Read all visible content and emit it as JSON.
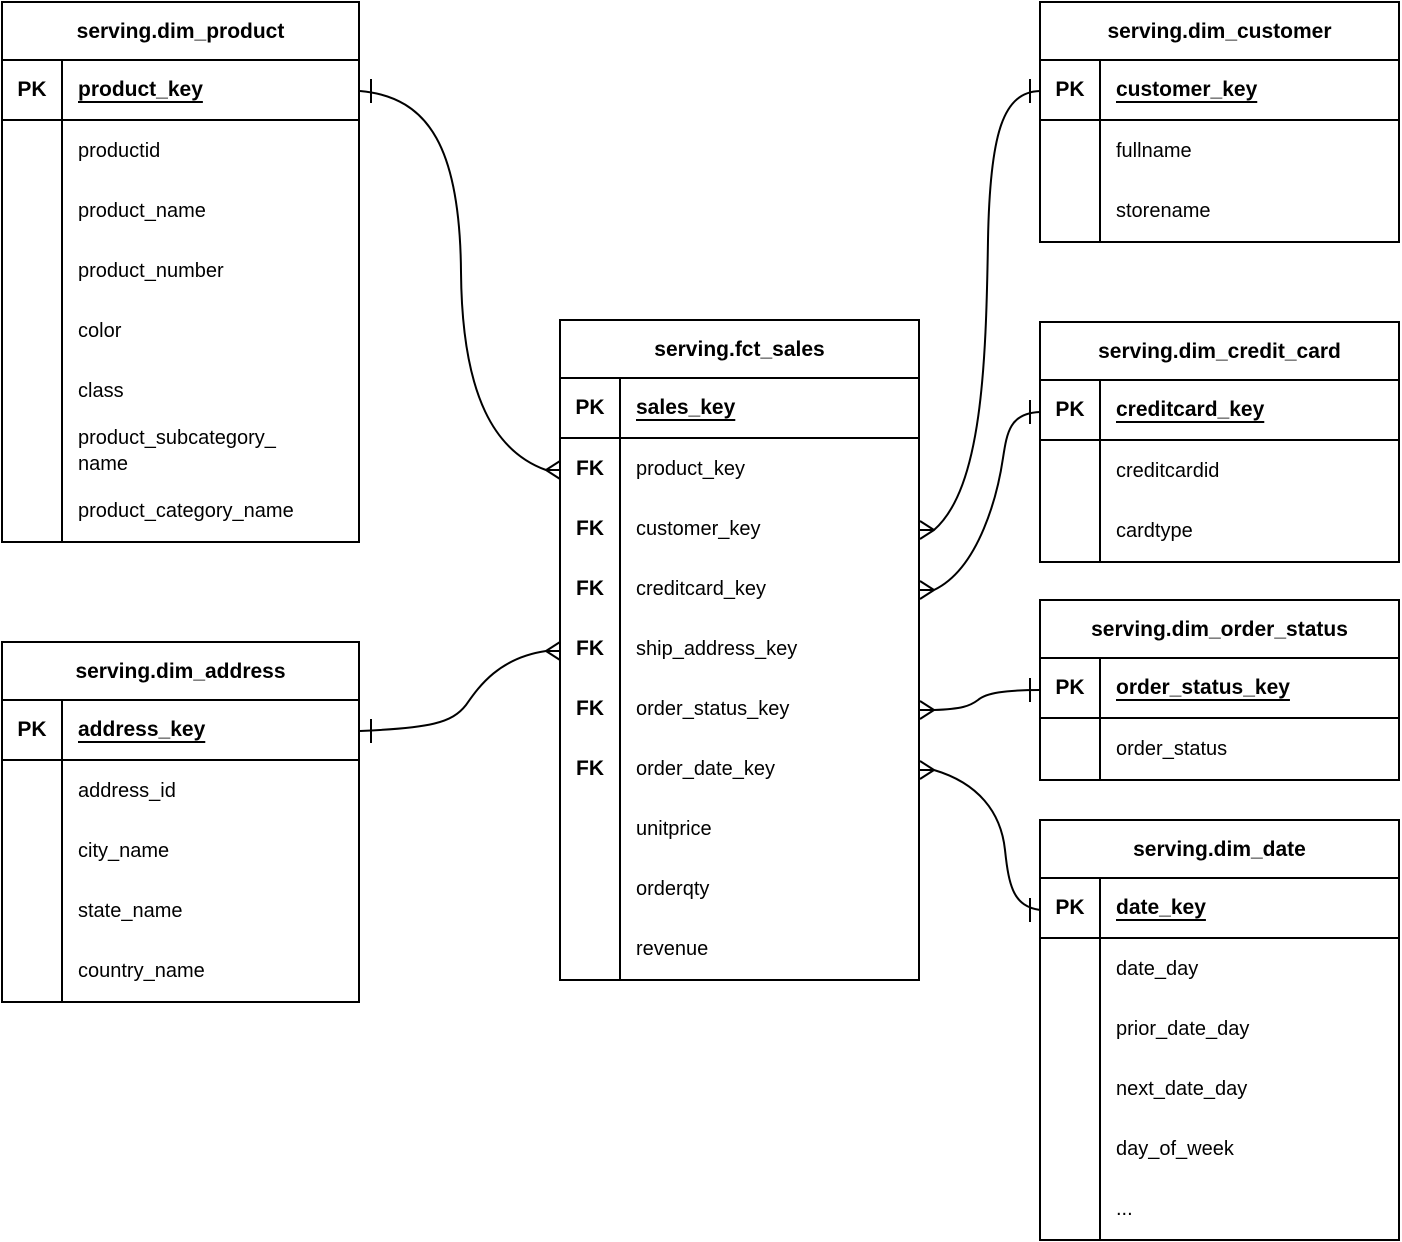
{
  "diagram": {
    "type": "er-diagram",
    "notation": "crows-foot",
    "colors": {
      "background": "#ffffff",
      "line": "#000000",
      "text": "#000000"
    },
    "tables": [
      {
        "id": "serving.dim_product",
        "title": "serving.dim_product",
        "pk_label": "PK",
        "pk_field": "product_key",
        "fields": [
          {
            "key": "",
            "name": "productid"
          },
          {
            "key": "",
            "name": "product_name"
          },
          {
            "key": "",
            "name": "product_number"
          },
          {
            "key": "",
            "name": "color"
          },
          {
            "key": "",
            "name": "class"
          },
          {
            "key": "",
            "name": "product_subcategory_\nname"
          },
          {
            "key": "",
            "name": "product_category_name"
          }
        ]
      },
      {
        "id": "serving.dim_address",
        "title": "serving.dim_address",
        "pk_label": "PK",
        "pk_field": "address_key",
        "fields": [
          {
            "key": "",
            "name": "address_id"
          },
          {
            "key": "",
            "name": "city_name"
          },
          {
            "key": "",
            "name": "state_name"
          },
          {
            "key": "",
            "name": "country_name"
          }
        ]
      },
      {
        "id": "serving.fct_sales",
        "title": "serving.fct_sales",
        "pk_label": "PK",
        "pk_field": "sales_key",
        "fields": [
          {
            "key": "FK",
            "name": "product_key"
          },
          {
            "key": "FK",
            "name": "customer_key"
          },
          {
            "key": "FK",
            "name": "creditcard_key"
          },
          {
            "key": "FK",
            "name": "ship_address_key"
          },
          {
            "key": "FK",
            "name": "order_status_key"
          },
          {
            "key": "FK",
            "name": "order_date_key"
          },
          {
            "key": "",
            "name": "unitprice"
          },
          {
            "key": "",
            "name": "orderqty"
          },
          {
            "key": "",
            "name": "revenue"
          }
        ]
      },
      {
        "id": "serving.dim_customer",
        "title": "serving.dim_customer",
        "pk_label": "PK",
        "pk_field": "customer_key",
        "fields": [
          {
            "key": "",
            "name": "fullname"
          },
          {
            "key": "",
            "name": "storename"
          }
        ]
      },
      {
        "id": "serving.dim_credit_card",
        "title": "serving.dim_credit_card",
        "pk_label": "PK",
        "pk_field": "creditcard_key",
        "fields": [
          {
            "key": "",
            "name": "creditcardid"
          },
          {
            "key": "",
            "name": "cardtype"
          }
        ]
      },
      {
        "id": "serving.dim_order_status",
        "title": "serving.dim_order_status",
        "pk_label": "PK",
        "pk_field": "order_status_key",
        "fields": [
          {
            "key": "",
            "name": "order_status"
          }
        ]
      },
      {
        "id": "serving.dim_date",
        "title": "serving.dim_date",
        "pk_label": "PK",
        "pk_field": "date_key",
        "fields": [
          {
            "key": "",
            "name": "date_day"
          },
          {
            "key": "",
            "name": "prior_date_day"
          },
          {
            "key": "",
            "name": "next_date_day"
          },
          {
            "key": "",
            "name": "day_of_week"
          },
          {
            "key": "",
            "name": "..."
          }
        ]
      }
    ],
    "relationships": [
      {
        "many": "serving.fct_sales.product_key",
        "one": "serving.dim_product.product_key"
      },
      {
        "many": "serving.fct_sales.ship_address_key",
        "one": "serving.dim_address.address_key"
      },
      {
        "many": "serving.fct_sales.customer_key",
        "one": "serving.dim_customer.customer_key"
      },
      {
        "many": "serving.fct_sales.creditcard_key",
        "one": "serving.dim_credit_card.creditcard_key"
      },
      {
        "many": "serving.fct_sales.order_status_key",
        "one": "serving.dim_order_status.order_status_key"
      },
      {
        "many": "serving.fct_sales.order_date_key",
        "one": "serving.dim_date.date_key"
      }
    ]
  }
}
